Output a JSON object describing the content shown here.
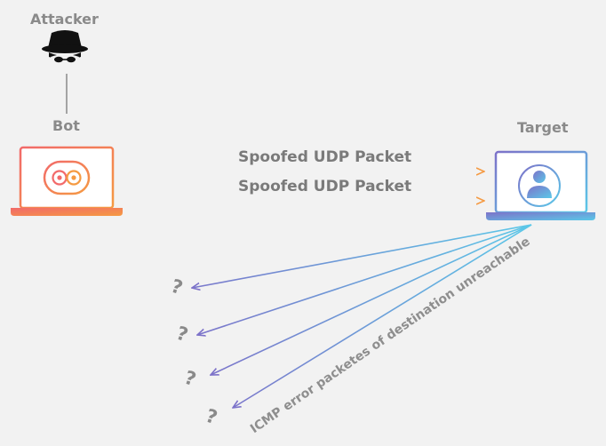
{
  "labels": {
    "attacker": "Attacker",
    "bot": "Bot",
    "target": "Target",
    "packet_1": "Spoofed UDP Packet",
    "packet_2": "Spoofed UDP Packet",
    "icmp": "ICMP error packetes of destination unreachable"
  },
  "unknown_marks": [
    "?",
    "?",
    "?",
    "?"
  ],
  "icons": {
    "attacker": "hacker-icon",
    "bot": "robot-laptop-icon",
    "target": "user-laptop-icon",
    "unknown": "question-mark-icon"
  },
  "colors": {
    "background": "#f2f2f2",
    "bot_gradient": [
      "#f26a6a",
      "#f59a42"
    ],
    "target_gradient": [
      "#7d72c9",
      "#5bc8e8"
    ],
    "label": "#8a8a8a"
  }
}
